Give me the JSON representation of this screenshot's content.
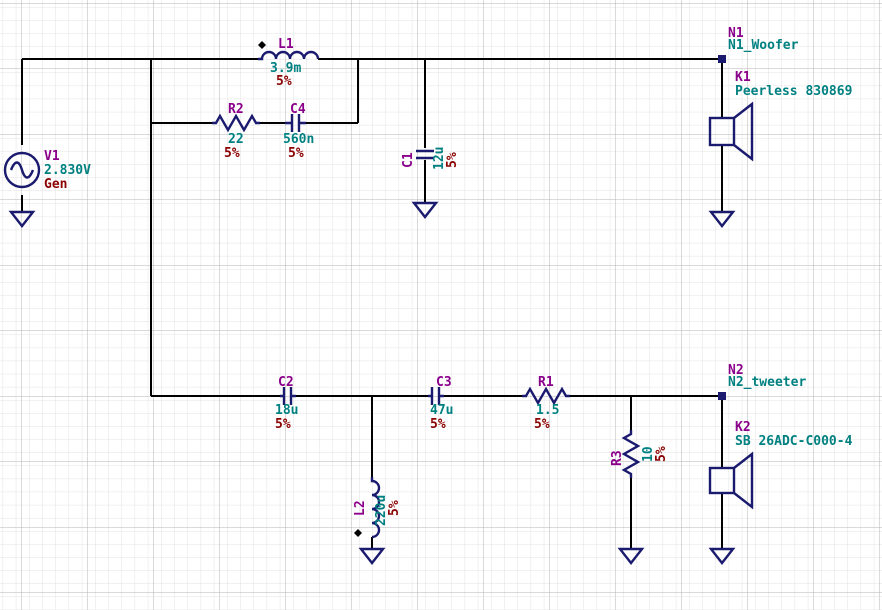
{
  "components": {
    "V1": {
      "ref": "V1",
      "value": "2.830V",
      "extra": "Gen"
    },
    "L1": {
      "ref": "L1",
      "value": "3.9m",
      "tol": "5%"
    },
    "R2": {
      "ref": "R2",
      "value": "22",
      "tol": "5%"
    },
    "C4": {
      "ref": "C4",
      "value": "560n",
      "tol": "5%"
    },
    "C1": {
      "ref": "C1",
      "value": "12u",
      "tol": "5%"
    },
    "C2": {
      "ref": "C2",
      "value": "18u",
      "tol": "5%"
    },
    "C3": {
      "ref": "C3",
      "value": "47u",
      "tol": "5%"
    },
    "R1": {
      "ref": "R1",
      "value": "1.5",
      "tol": "5%"
    },
    "R3": {
      "ref": "R3",
      "value": "10",
      "tol": "5%"
    },
    "L2": {
      "ref": "L2",
      "value": "220u",
      "tol": "5%"
    },
    "K1": {
      "ref": "K1",
      "value": "Peerless 830869"
    },
    "K2": {
      "ref": "K2",
      "value": "SB 26ADC-C000-4"
    }
  },
  "nets": {
    "N1": {
      "ref": "N1",
      "name": "N1_Woofer"
    },
    "N2": {
      "ref": "N2",
      "name": "N2_tweeter"
    }
  },
  "colors": {
    "grid_minor": "#dcdcdc",
    "grid_major": "#b4b4b4",
    "wire": "#000000",
    "component": "#1a1a6e",
    "ref_text": "#8b008b",
    "value_text": "#008080",
    "tol_text": "#8b0000"
  }
}
